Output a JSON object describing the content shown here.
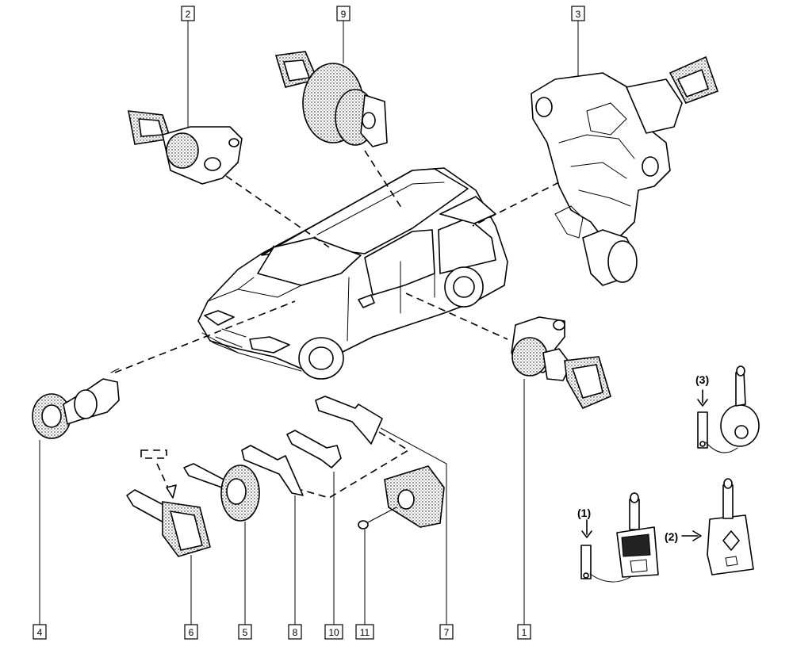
{
  "callouts": [
    {
      "id": "c1",
      "label": "1"
    },
    {
      "id": "c2",
      "label": "2"
    },
    {
      "id": "c3",
      "label": "3"
    },
    {
      "id": "c4",
      "label": "4"
    },
    {
      "id": "c5",
      "label": "5"
    },
    {
      "id": "c6",
      "label": "6"
    },
    {
      "id": "c7",
      "label": "7"
    },
    {
      "id": "c8",
      "label": "8"
    },
    {
      "id": "c9",
      "label": "9"
    },
    {
      "id": "c10",
      "label": "10"
    },
    {
      "id": "c11",
      "label": "11"
    }
  ],
  "key_notes": {
    "note1": "(1)",
    "note2": "(2)",
    "note3": "(3)"
  },
  "colors": {
    "ink": "#000000",
    "paper": "#ffffff"
  }
}
